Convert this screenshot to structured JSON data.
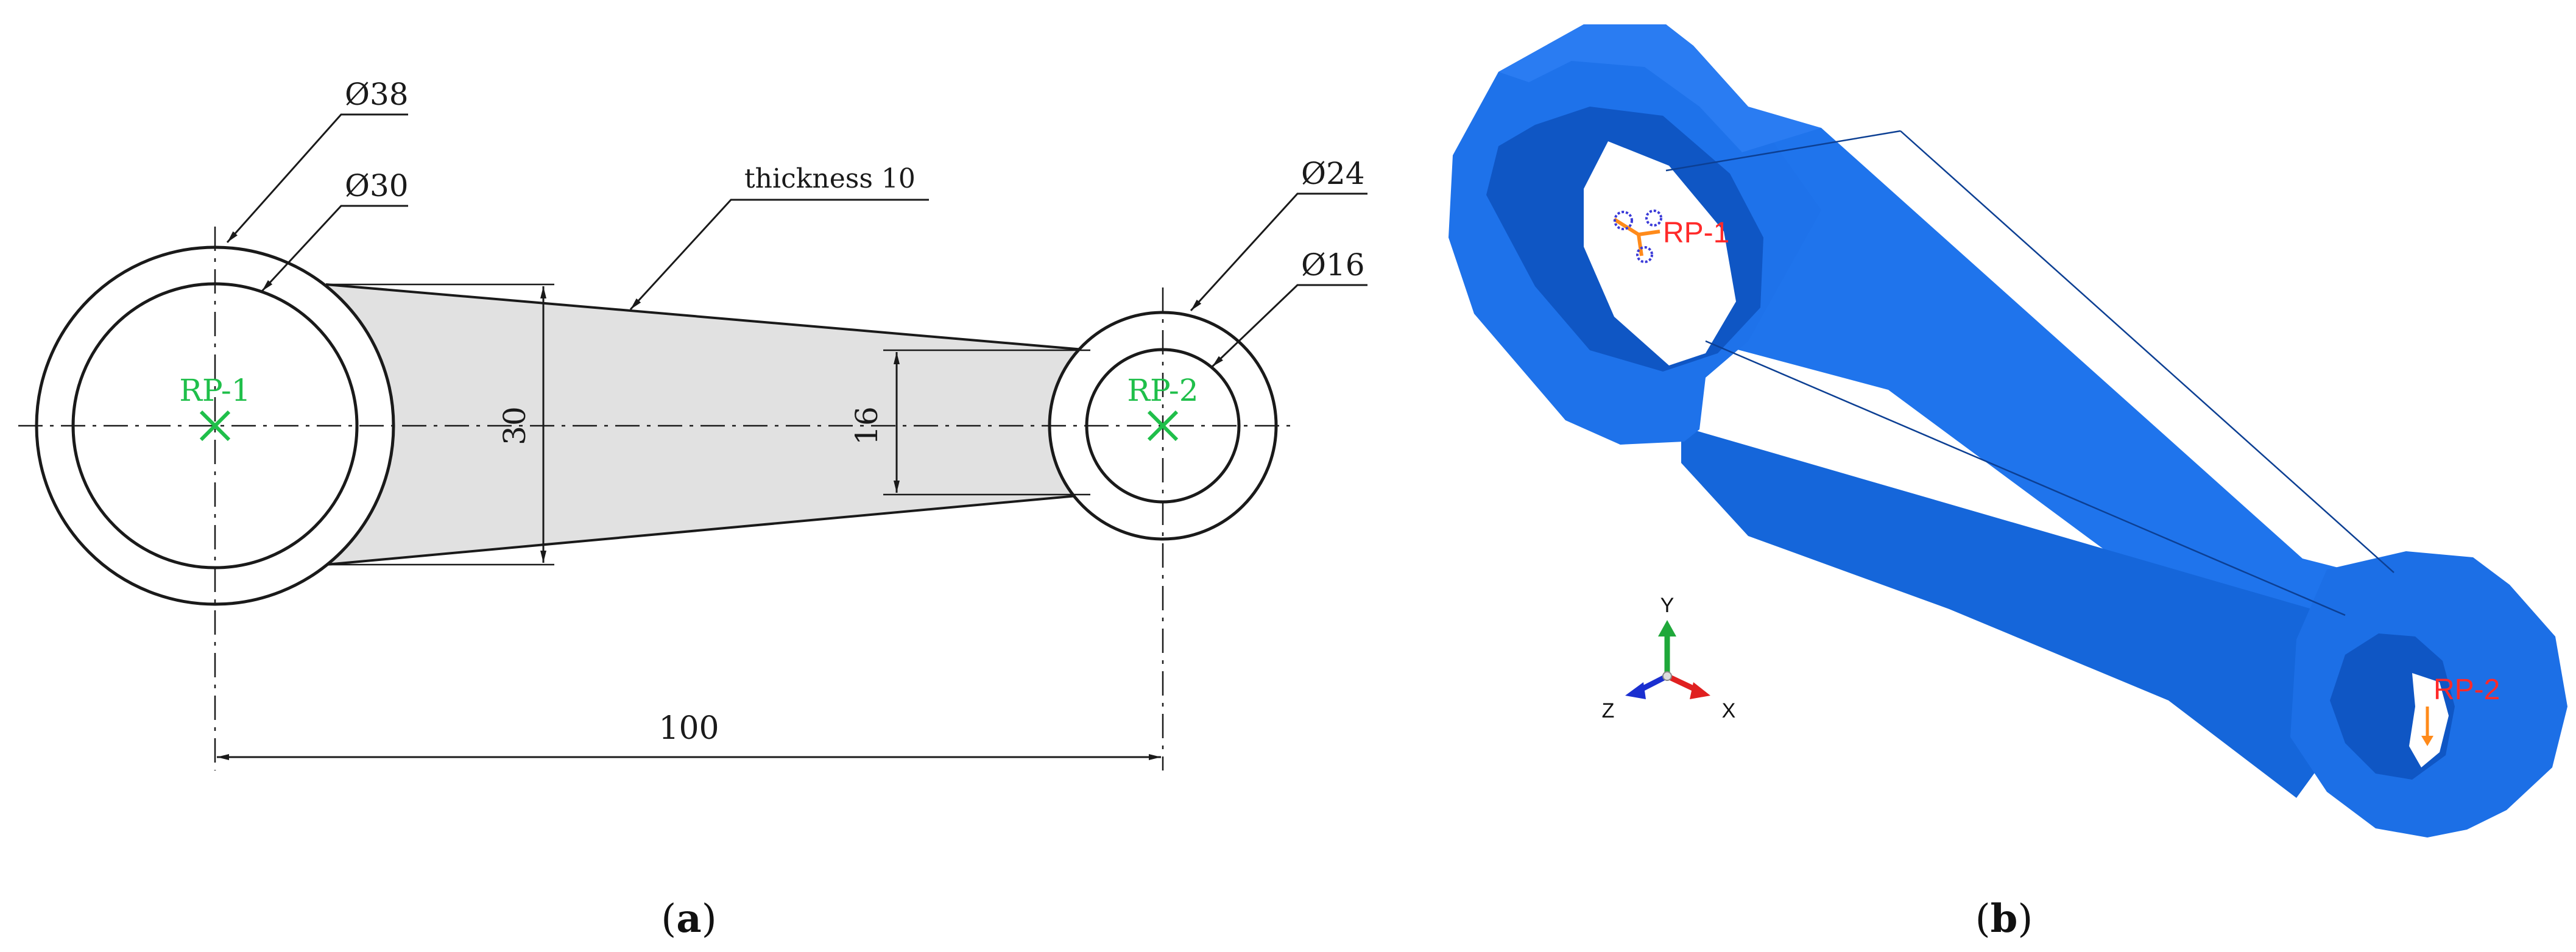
{
  "panel_a": {
    "caption_open": "(",
    "caption_letter": "a",
    "caption_close": ")",
    "labels": {
      "outer_dia_big": "Ø38",
      "inner_dia_big": "Ø30",
      "thickness": "thickness 10",
      "outer_dia_small": "Ø24",
      "inner_dia_small": "Ø16",
      "height_big_end": "30",
      "height_small_end": "16",
      "center_distance": "100",
      "rp1": "RP-1",
      "rp2": "RP-2"
    }
  },
  "panel_b": {
    "caption_open": "(",
    "caption_letter": "b",
    "caption_close": ")",
    "rp1": "RP-1",
    "rp2": "RP-2",
    "triad": {
      "y": "Y",
      "z": "Z",
      "x": "X"
    }
  },
  "colors": {
    "part_blue": "#1a6ee8",
    "rp_green": "#1fbf4a",
    "rp_red": "#ff2a2a",
    "web_fill": "#e1e1e1"
  }
}
